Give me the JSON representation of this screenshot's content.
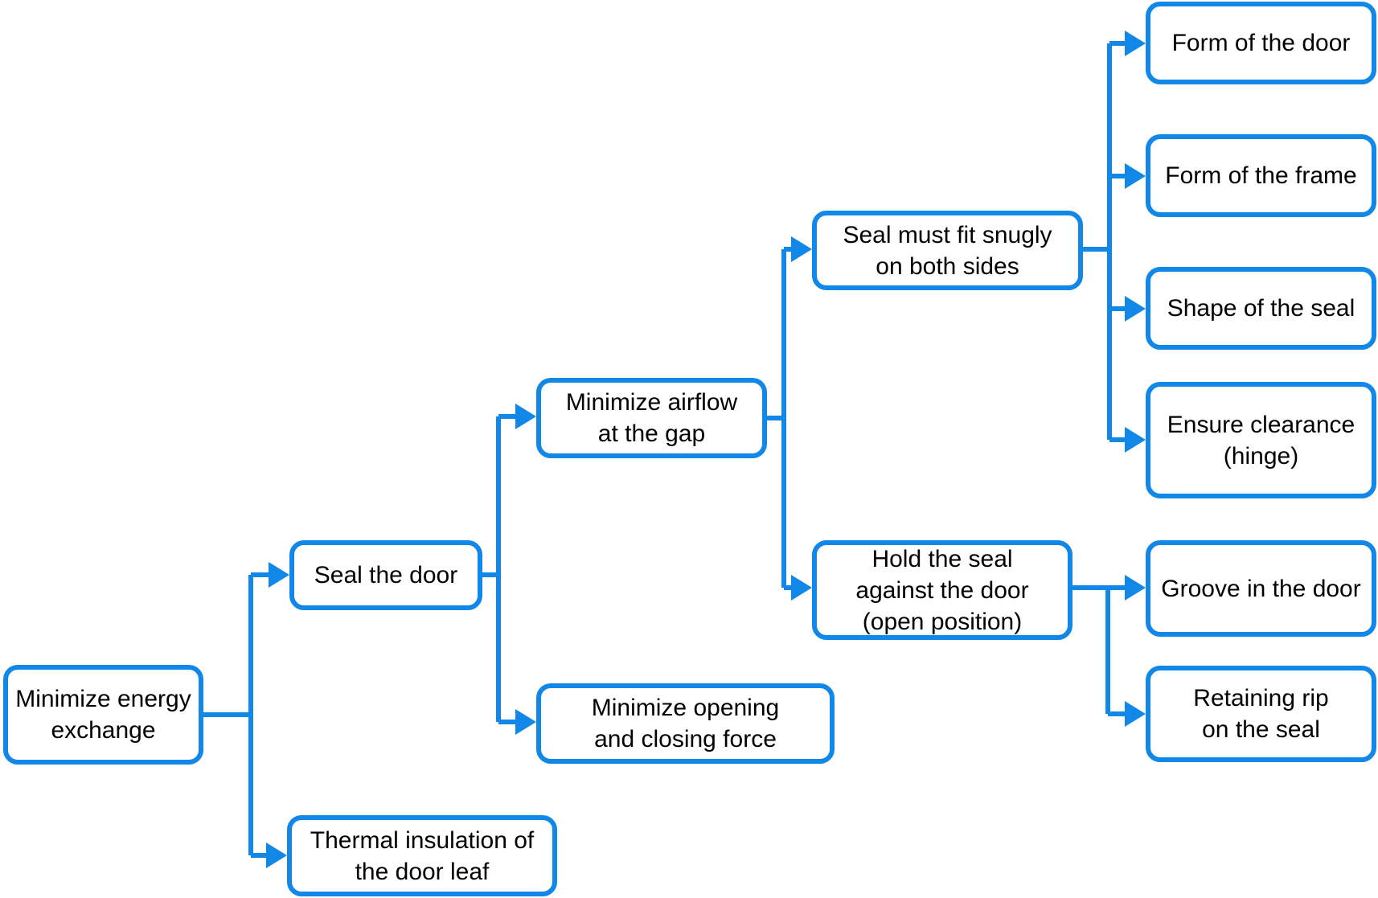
{
  "diagram": {
    "background_color": "#ffffff",
    "accent_color": "#1187E8",
    "text_color": "#000000",
    "nodes": {
      "root": {
        "label": "Minimize energy\nexchange"
      },
      "seal_door": {
        "label": "Seal the door"
      },
      "thermal_insulation": {
        "label": "Thermal insulation of\nthe door leaf"
      },
      "minimize_airflow": {
        "label": "Minimize airflow\nat the gap"
      },
      "minimize_force": {
        "label": "Minimize opening\nand closing force"
      },
      "seal_fit": {
        "label": "Seal must fit snugly\non both sides"
      },
      "hold_seal": {
        "label": "Hold the seal\nagainst the door\n(open position)"
      },
      "form_door": {
        "label": "Form of the door"
      },
      "form_frame": {
        "label": "Form of the frame"
      },
      "shape_seal": {
        "label": "Shape of the seal"
      },
      "clearance": {
        "label": "Ensure clearance\n(hinge)"
      },
      "groove": {
        "label": "Groove in the door"
      },
      "retaining_rip": {
        "label": "Retaining rip\non the seal"
      }
    },
    "edges": [
      {
        "from": "root",
        "to": "seal_door"
      },
      {
        "from": "root",
        "to": "thermal_insulation"
      },
      {
        "from": "seal_door",
        "to": "minimize_airflow"
      },
      {
        "from": "seal_door",
        "to": "minimize_force"
      },
      {
        "from": "minimize_airflow",
        "to": "seal_fit"
      },
      {
        "from": "minimize_airflow",
        "to": "hold_seal"
      },
      {
        "from": "seal_fit",
        "to": "form_door"
      },
      {
        "from": "seal_fit",
        "to": "form_frame"
      },
      {
        "from": "seal_fit",
        "to": "shape_seal"
      },
      {
        "from": "seal_fit",
        "to": "clearance"
      },
      {
        "from": "hold_seal",
        "to": "groove"
      },
      {
        "from": "hold_seal",
        "to": "retaining_rip"
      }
    ]
  }
}
